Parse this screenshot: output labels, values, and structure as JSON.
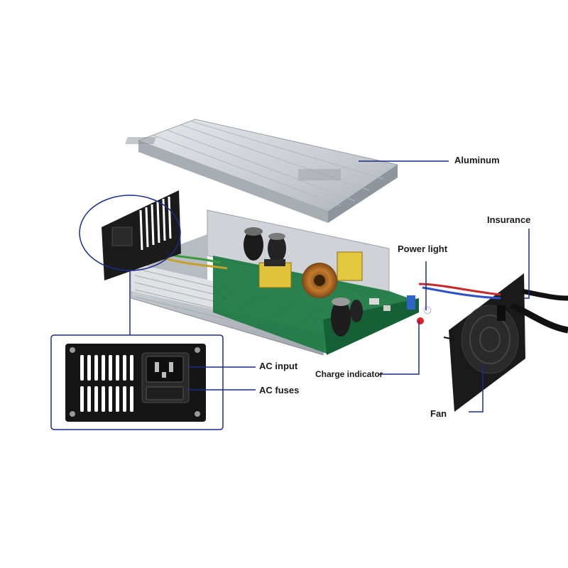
{
  "labels": {
    "aluminum": "Aluminum",
    "insurance": "Insurance",
    "power_light": "Power light",
    "ac_input": "AC input",
    "charge_indicator": "Charge indicator",
    "ac_fuses": "AC fuses",
    "fan": "Fan"
  },
  "colors": {
    "leader_line": "#1c2b8c",
    "aluminum": "#c9cdd2",
    "pcb": "#1f7a44",
    "panel": "#1b1b1b"
  }
}
